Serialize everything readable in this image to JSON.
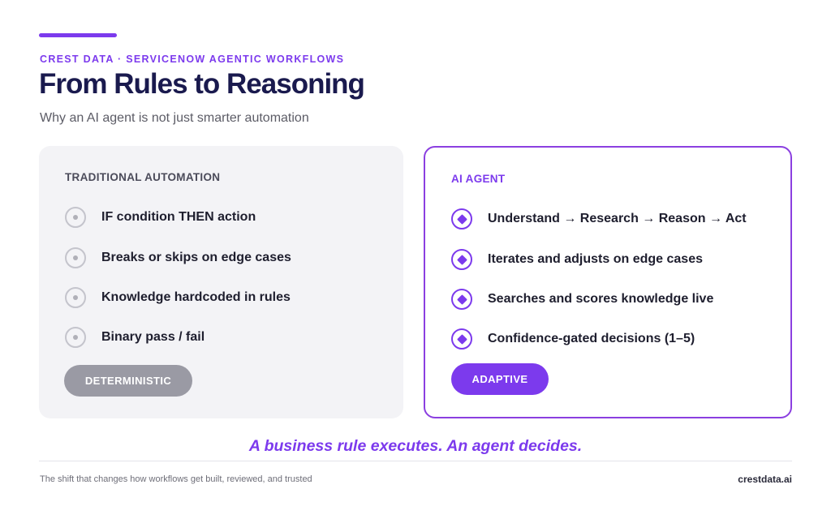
{
  "header": {
    "eyebrow": "CREST DATA · SERVICENOW AGENTIC WORKFLOWS",
    "title": "From Rules to Reasoning",
    "subtitle": "Why an AI agent is not just smarter automation"
  },
  "left_card": {
    "heading": "TRADITIONAL AUTOMATION",
    "icon": "circle-dot-icon",
    "items": [
      "IF condition THEN action",
      "Breaks or skips on edge cases",
      "Knowledge hardcoded in rules",
      "Binary pass / fail"
    ],
    "badge": "DETERMINISTIC"
  },
  "right_card": {
    "heading": "AI AGENT",
    "icon": "diamond-icon",
    "items": [
      "Understand → Research → Reason → Act",
      "Iterates and adjusts on edge cases",
      "Searches and scores knowledge live",
      "Confidence-gated decisions (1–5)"
    ],
    "badge": "ADAPTIVE"
  },
  "tagline": "A business rule executes. An agent decides.",
  "footer": {
    "left": "The shift that changes how workflows get built, reviewed, and trusted",
    "right": "crestdata.ai"
  },
  "colors": {
    "accent": "#7c3aed",
    "title": "#1a1a4e",
    "muted_badge": "#9a9aa4",
    "left_card_bg": "#f3f3f6"
  }
}
